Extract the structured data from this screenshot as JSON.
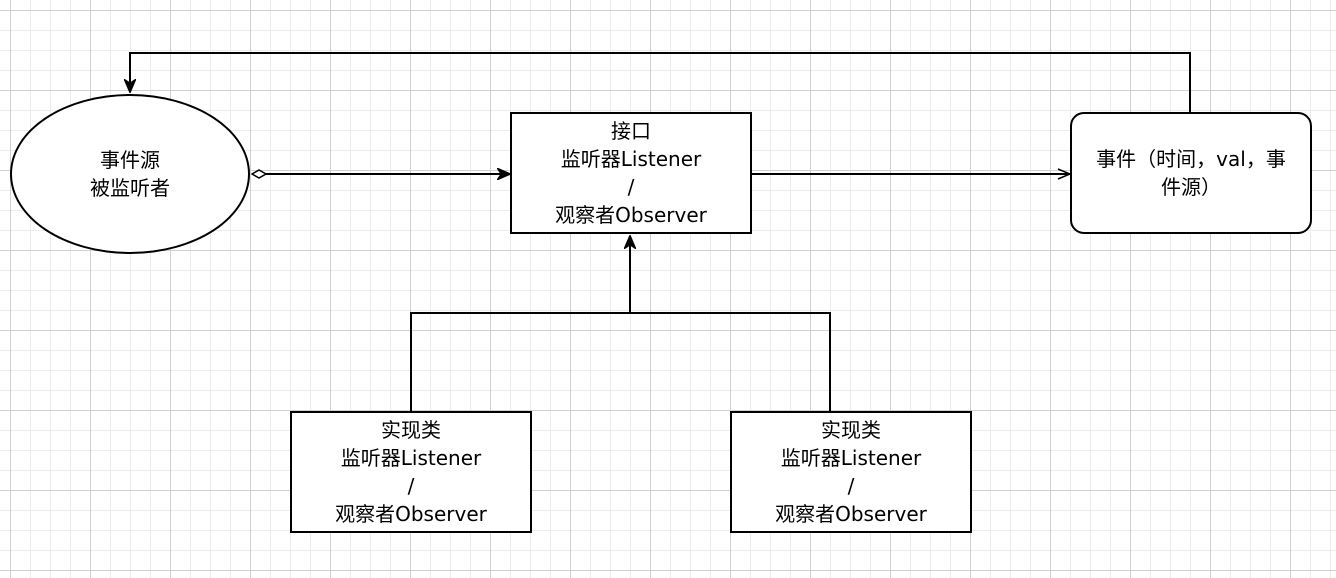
{
  "nodes": {
    "event_source": {
      "lines": [
        "事件源",
        "被监听者"
      ]
    },
    "interface": {
      "lines": [
        "接口",
        "监听器Listener",
        "/",
        "观察者Observer"
      ]
    },
    "event": {
      "lines": [
        "事件（时间，val，事",
        "件源）"
      ]
    },
    "impl_left": {
      "lines": [
        "实现类",
        "监听器Listener",
        "/",
        "观察者Observer"
      ]
    },
    "impl_right": {
      "lines": [
        "实现类",
        "监听器Listener",
        "/",
        "观察者Observer"
      ]
    }
  }
}
